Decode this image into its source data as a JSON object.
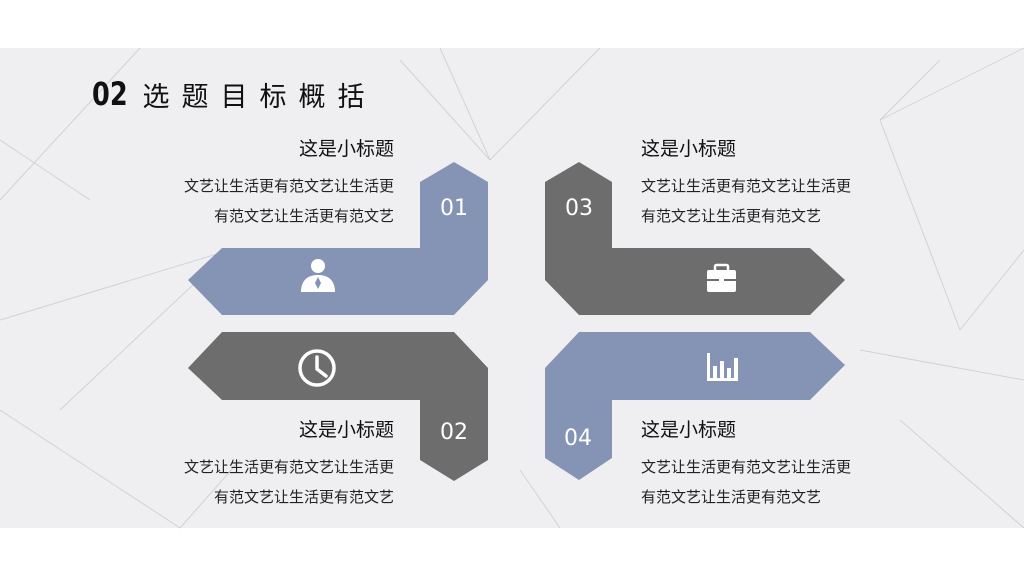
{
  "title": {
    "number": "02",
    "text": "选题目标概括"
  },
  "items": [
    {
      "number": "01",
      "subtitle": "这是小标题",
      "desc_line1": "文艺让生活更有范文艺让生活更",
      "desc_line2": "有范文艺让生活更有范文艺",
      "icon": "person-icon",
      "color": "#8593b4"
    },
    {
      "number": "02",
      "subtitle": "这是小标题",
      "desc_line1": "文艺让生活更有范文艺让生活更",
      "desc_line2": "有范文艺让生活更有范文艺",
      "icon": "clock-icon",
      "color": "#6d6d6d"
    },
    {
      "number": "03",
      "subtitle": "这是小标题",
      "desc_line1": "文艺让生活更有范文艺让生活更",
      "desc_line2": "有范文艺让生活更有范文艺",
      "icon": "briefcase-icon",
      "color": "#6d6d6d"
    },
    {
      "number": "04",
      "subtitle": "这是小标题",
      "desc_line1": "文艺让生活更有范文艺让生活更",
      "desc_line2": "有范文艺让生活更有范文艺",
      "icon": "bar-chart-icon",
      "color": "#8593b4"
    }
  ]
}
